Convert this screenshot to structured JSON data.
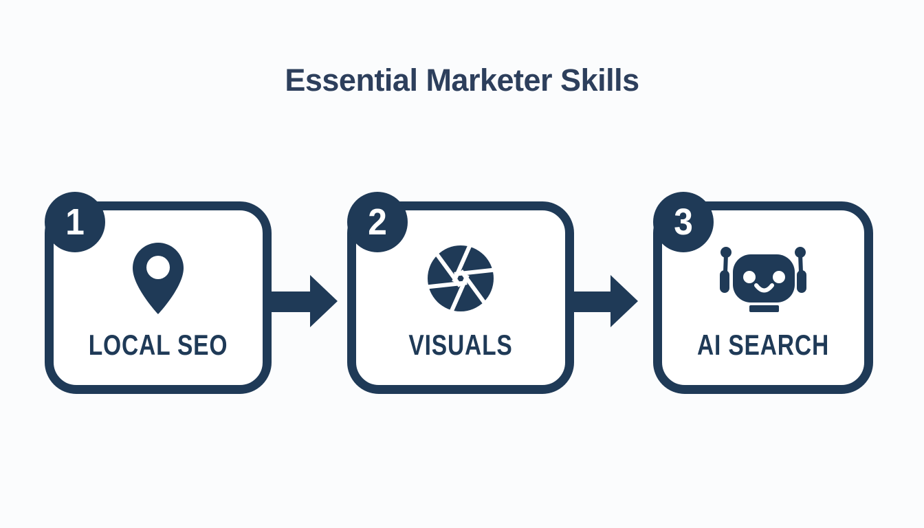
{
  "title": "Essential Marketer Skills",
  "steps": [
    {
      "number": "1",
      "label": "LOCAL SEO",
      "icon": "location-pin-icon"
    },
    {
      "number": "2",
      "label": "VISUALS",
      "icon": "camera-aperture-icon"
    },
    {
      "number": "3",
      "label": "AI SEARCH",
      "icon": "robot-icon"
    }
  ],
  "connectors": [
    {
      "icon": "arrow-right-icon"
    },
    {
      "icon": "arrow-right-icon"
    }
  ],
  "colors": {
    "background": "#fbfcfd",
    "primary_navy": "#1f3a57",
    "title_text": "#2d3f5c",
    "card_background": "#ffffff",
    "badge_text": "#ffffff"
  }
}
